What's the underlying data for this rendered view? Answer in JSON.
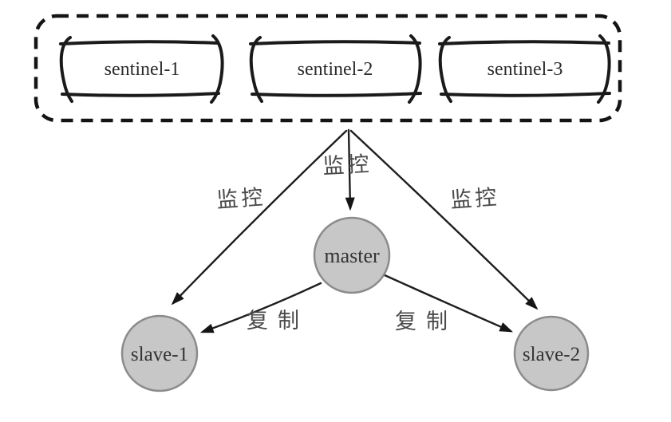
{
  "diagram": {
    "group": {
      "id": "sentinel-group",
      "sentinels": [
        {
          "id": "sentinel-1",
          "label": "sentinel-1"
        },
        {
          "id": "sentinel-2",
          "label": "sentinel-2"
        },
        {
          "id": "sentinel-3",
          "label": "sentinel-3"
        }
      ]
    },
    "nodes": [
      {
        "id": "master",
        "label": "master",
        "shape": "circle"
      },
      {
        "id": "slave-1",
        "label": "slave-1",
        "shape": "circle"
      },
      {
        "id": "slave-2",
        "label": "slave-2",
        "shape": "circle"
      }
    ],
    "edges": [
      {
        "from": "sentinel-group",
        "to": "master",
        "label": "监控"
      },
      {
        "from": "sentinel-group",
        "to": "slave-1",
        "label": "监控"
      },
      {
        "from": "sentinel-group",
        "to": "slave-2",
        "label": "监控"
      },
      {
        "from": "master",
        "to": "slave-1",
        "label": "复制"
      },
      {
        "from": "master",
        "to": "slave-2",
        "label": "复制"
      }
    ],
    "colors": {
      "background": "#ffffff",
      "line": "#1a1a1a",
      "node_fill": "#c7c7c7",
      "node_stroke": "#8b8b8b",
      "node_text": "#333333",
      "box_text": "#2b2b2b",
      "edge_label_text": "#4a4a4a"
    }
  }
}
